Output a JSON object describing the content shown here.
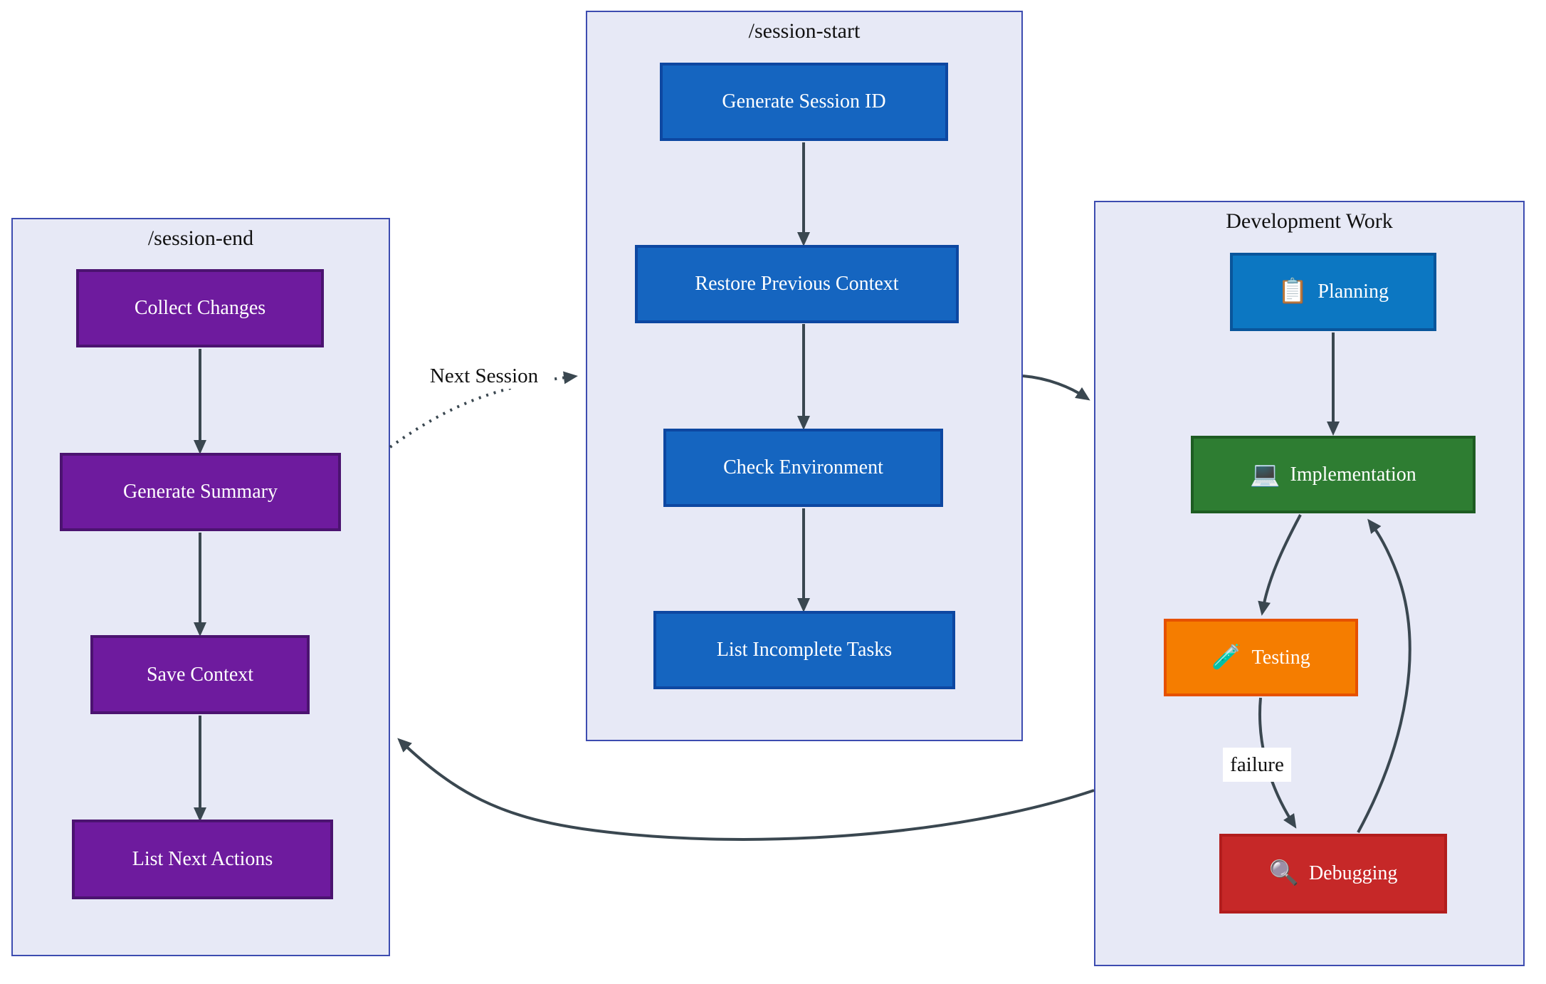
{
  "diagram": {
    "type": "flowchart",
    "background": "#ffffff",
    "arrow_color": "#3a4750",
    "panel_fill": "#e7e9f6",
    "panel_border": "#3d4cb0",
    "subgraphs": [
      {
        "title": "/session-end",
        "node_fill": "#6e1b9e",
        "node_border": "#4b1370",
        "nodes": [
          {
            "label": "Collect Changes"
          },
          {
            "label": "Generate Summary"
          },
          {
            "label": "Save Context"
          },
          {
            "label": "List Next Actions"
          }
        ]
      },
      {
        "title": "/session-start",
        "node_fill": "#1565c0",
        "node_border": "#0d47a1",
        "nodes": [
          {
            "label": "Generate Session ID"
          },
          {
            "label": "Restore Previous Context"
          },
          {
            "label": "Check Environment"
          },
          {
            "label": "List Incomplete Tasks"
          }
        ]
      },
      {
        "title": "Development Work",
        "nodes": [
          {
            "label": "Planning",
            "icon": "📋",
            "icon_name": "clipboard-icon",
            "fill": "#0c77c2",
            "border": "#09559b"
          },
          {
            "label": "Implementation",
            "icon": "💻",
            "icon_name": "laptop-icon",
            "fill": "#2e7d32",
            "border": "#1e5c22"
          },
          {
            "label": "Testing",
            "icon": "🧪",
            "icon_name": "test-tube-icon",
            "fill": "#f57d00",
            "border": "#e65100"
          },
          {
            "label": "Debugging",
            "icon": "🔍",
            "icon_name": "magnifying-glass-icon",
            "fill": "#c62828",
            "border": "#b21d1d"
          }
        ]
      }
    ],
    "edge_labels": {
      "next_session": "Next Session",
      "failure": "failure"
    },
    "edges": [
      {
        "from": "Collect Changes",
        "to": "Generate Summary"
      },
      {
        "from": "Generate Summary",
        "to": "Save Context"
      },
      {
        "from": "Save Context",
        "to": "List Next Actions"
      },
      {
        "from": "Generate Session ID",
        "to": "Restore Previous Context"
      },
      {
        "from": "Restore Previous Context",
        "to": "Check Environment"
      },
      {
        "from": "Check Environment",
        "to": "List Incomplete Tasks"
      },
      {
        "from": "Planning",
        "to": "Implementation"
      },
      {
        "from": "Implementation",
        "to": "Testing"
      },
      {
        "from": "Testing",
        "to": "Debugging",
        "label": "failure"
      },
      {
        "from": "Debugging",
        "to": "Implementation"
      },
      {
        "from": "/session-end",
        "to": "/session-start",
        "label": "Next Session",
        "style": "dotted"
      },
      {
        "from": "/session-start",
        "to": "Development Work"
      },
      {
        "from": "Development Work",
        "to": "/session-end"
      }
    ]
  }
}
